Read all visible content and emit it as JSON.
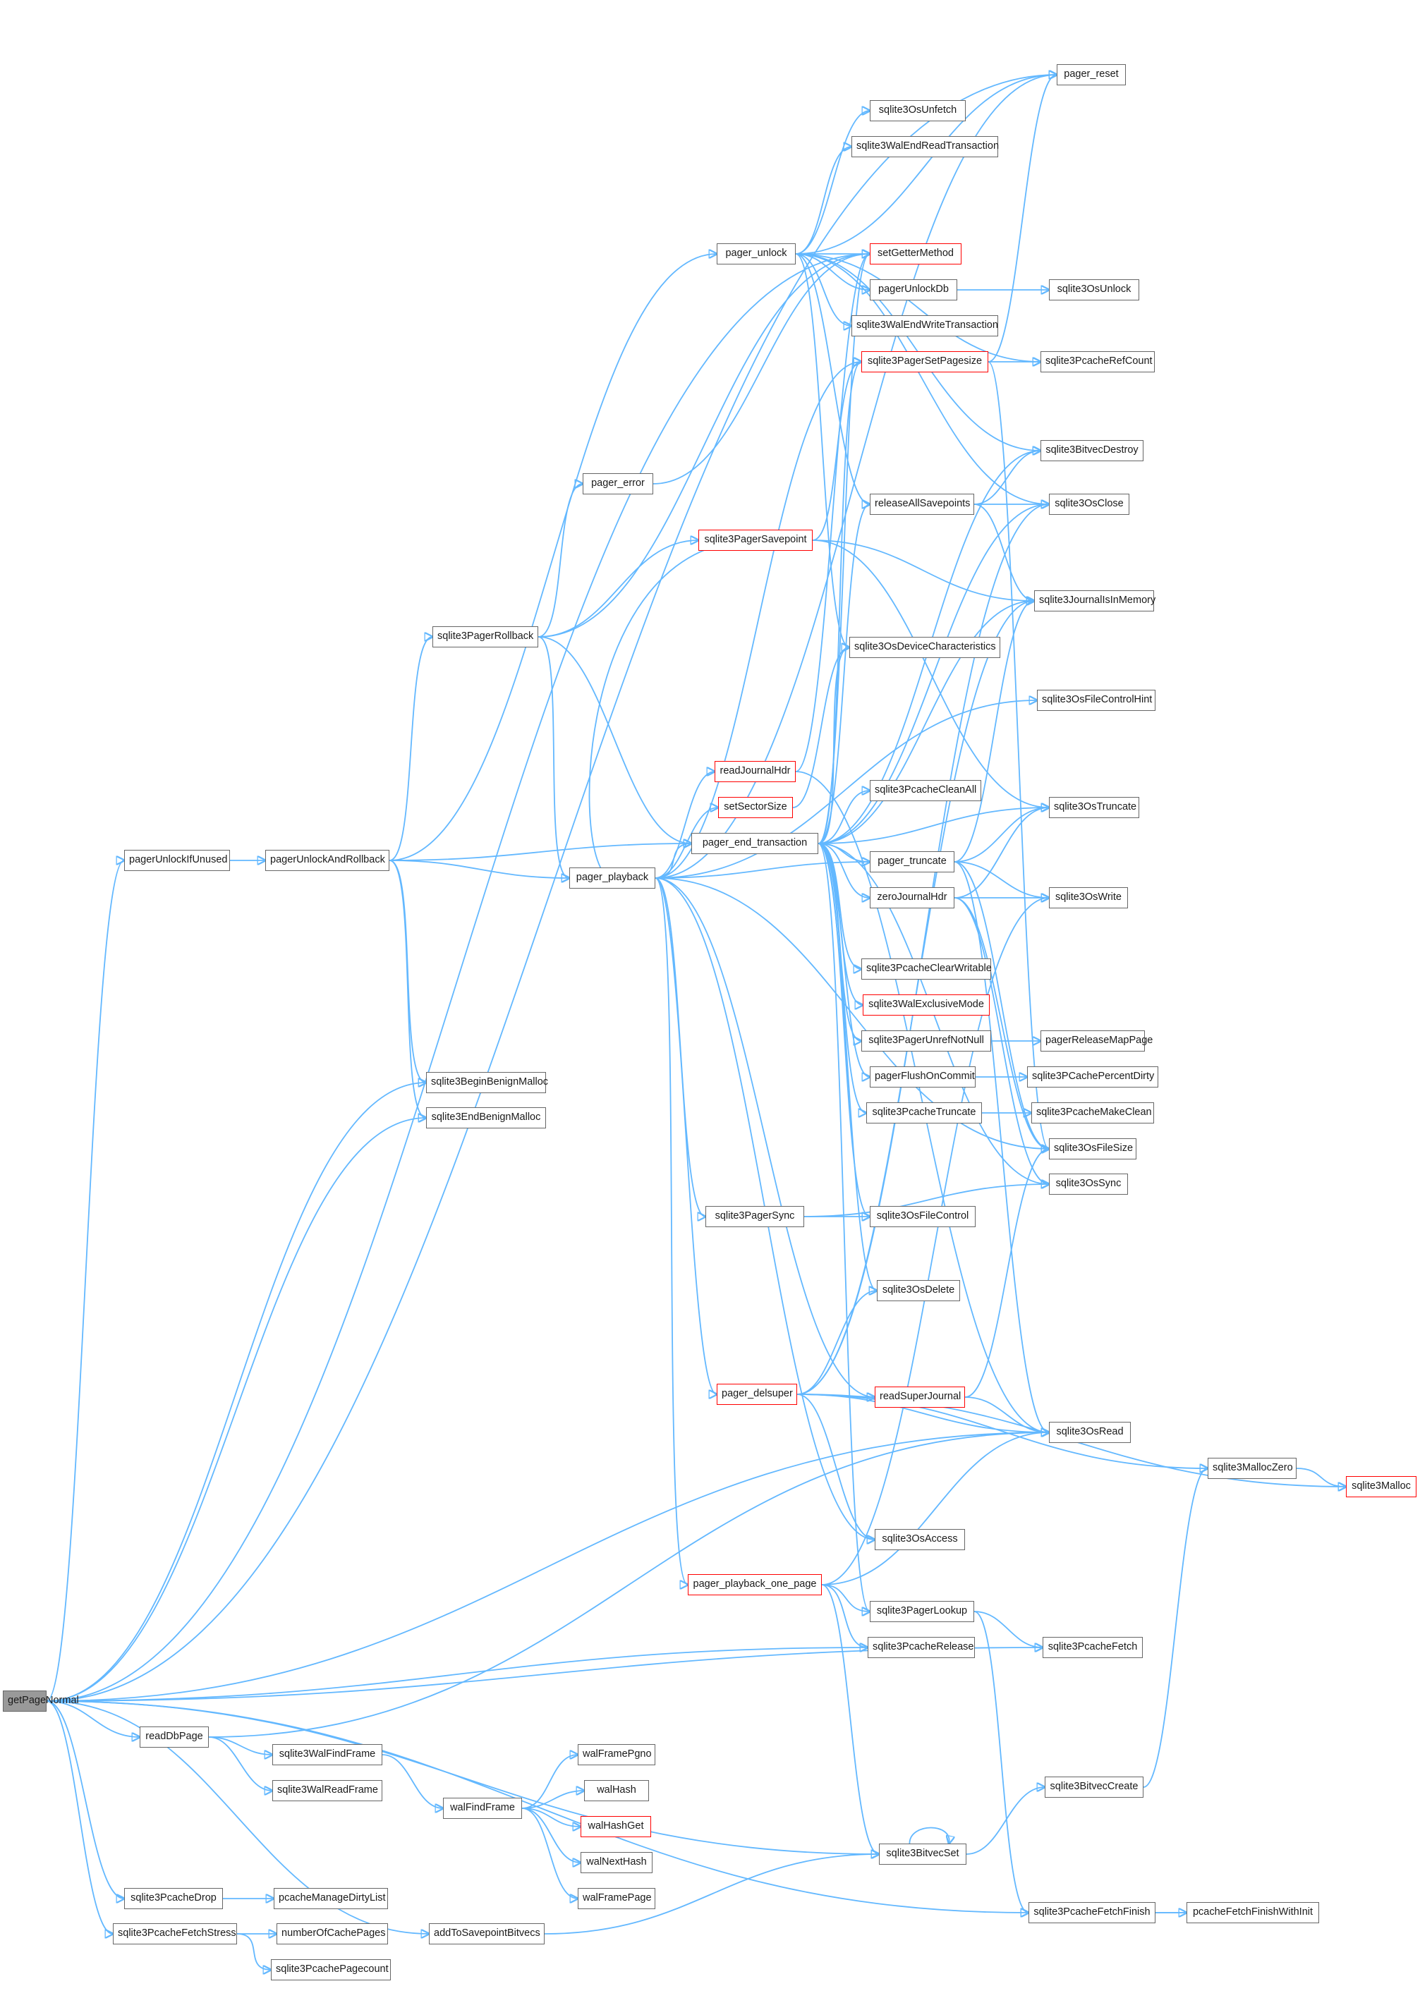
{
  "theme": {
    "edge_color": "#63b8ff",
    "node_border": "#666666",
    "highlight_border": "#ff0000",
    "root_fill": "#999999"
  },
  "nodes": {
    "getPageNormal": {
      "label": "getPageNormal",
      "style": "root"
    },
    "pagerUnlockIfUnused": {
      "label": "pagerUnlockIfUnused",
      "style": "normal"
    },
    "pagerUnlockAndRollback": {
      "label": "pagerUnlockAndRollback",
      "style": "normal"
    },
    "pager_playback": {
      "label": "pager_playback",
      "style": "normal"
    },
    "sqlite3PagerRollback": {
      "label": "sqlite3PagerRollback",
      "style": "normal"
    },
    "pager_error": {
      "label": "pager_error",
      "style": "normal"
    },
    "pager_unlock": {
      "label": "pager_unlock",
      "style": "normal"
    },
    "sqlite3PagerSavepoint": {
      "label": "sqlite3PagerSavepoint",
      "style": "red"
    },
    "readJournalHdr": {
      "label": "readJournalHdr",
      "style": "red"
    },
    "setSectorSize": {
      "label": "setSectorSize",
      "style": "red"
    },
    "pager_end_transaction": {
      "label": "pager_end_transaction",
      "style": "normal"
    },
    "sqlite3PagerSync": {
      "label": "sqlite3PagerSync",
      "style": "normal"
    },
    "pager_delsuper": {
      "label": "pager_delsuper",
      "style": "red"
    },
    "pager_playback_one_page": {
      "label": "pager_playback_one_page",
      "style": "red"
    },
    "sqlite3BeginBenignMalloc": {
      "label": "sqlite3BeginBenignMalloc",
      "style": "normal"
    },
    "sqlite3EndBenignMalloc": {
      "label": "sqlite3EndBenignMalloc",
      "style": "normal"
    },
    "sqlite3OsUnfetch": {
      "label": "sqlite3OsUnfetch",
      "style": "normal"
    },
    "sqlite3WalEndReadTransaction": {
      "label": "sqlite3WalEndReadTransaction",
      "style": "normal"
    },
    "setGetterMethod": {
      "label": "setGetterMethod",
      "style": "red"
    },
    "pagerUnlockDb": {
      "label": "pagerUnlockDb",
      "style": "normal"
    },
    "sqlite3WalEndWriteTransaction": {
      "label": "sqlite3WalEndWriteTransaction",
      "style": "normal"
    },
    "sqlite3PagerSetPagesize": {
      "label": "sqlite3PagerSetPagesize",
      "style": "red"
    },
    "releaseAllSavepoints": {
      "label": "releaseAllSavepoints",
      "style": "normal"
    },
    "sqlite3OsDeviceCharacteristics": {
      "label": "sqlite3OsDeviceCharacteristics",
      "style": "normal"
    },
    "sqlite3PcacheCleanAll": {
      "label": "sqlite3PcacheCleanAll",
      "style": "normal"
    },
    "pager_truncate": {
      "label": "pager_truncate",
      "style": "normal"
    },
    "zeroJournalHdr": {
      "label": "zeroJournalHdr",
      "style": "normal"
    },
    "sqlite3PcacheClearWritable": {
      "label": "sqlite3PcacheClearWritable",
      "style": "normal"
    },
    "sqlite3WalExclusiveMode": {
      "label": "sqlite3WalExclusiveMode",
      "style": "red"
    },
    "sqlite3PagerUnrefNotNull": {
      "label": "sqlite3PagerUnrefNotNull",
      "style": "normal"
    },
    "pagerFlushOnCommit": {
      "label": "pagerFlushOnCommit",
      "style": "normal"
    },
    "sqlite3PcacheTruncate": {
      "label": "sqlite3PcacheTruncate",
      "style": "normal"
    },
    "sqlite3OsFileControl": {
      "label": "sqlite3OsFileControl",
      "style": "normal"
    },
    "sqlite3OsDelete": {
      "label": "sqlite3OsDelete",
      "style": "normal"
    },
    "readSuperJournal": {
      "label": "readSuperJournal",
      "style": "red"
    },
    "sqlite3OsAccess": {
      "label": "sqlite3OsAccess",
      "style": "normal"
    },
    "sqlite3PagerLookup": {
      "label": "sqlite3PagerLookup",
      "style": "normal"
    },
    "sqlite3PcacheRelease": {
      "label": "sqlite3PcacheRelease",
      "style": "normal"
    },
    "sqlite3BitvecSet": {
      "label": "sqlite3BitvecSet",
      "style": "normal"
    },
    "pager_reset": {
      "label": "pager_reset",
      "style": "normal"
    },
    "sqlite3OsUnlock": {
      "label": "sqlite3OsUnlock",
      "style": "normal"
    },
    "sqlite3PcacheRefCount": {
      "label": "sqlite3PcacheRefCount",
      "style": "normal"
    },
    "sqlite3BitvecDestroy": {
      "label": "sqlite3BitvecDestroy",
      "style": "normal"
    },
    "sqlite3OsClose": {
      "label": "sqlite3OsClose",
      "style": "normal"
    },
    "sqlite3JournalIsInMemory": {
      "label": "sqlite3JournalIsInMemory",
      "style": "normal"
    },
    "sqlite3OsFileControlHint": {
      "label": "sqlite3OsFileControlHint",
      "style": "normal"
    },
    "sqlite3OsTruncate": {
      "label": "sqlite3OsTruncate",
      "style": "normal"
    },
    "sqlite3OsWrite": {
      "label": "sqlite3OsWrite",
      "style": "normal"
    },
    "pagerReleaseMapPage": {
      "label": "pagerReleaseMapPage",
      "style": "normal"
    },
    "sqlite3PCachePercentDirty": {
      "label": "sqlite3PCachePercentDirty",
      "style": "normal"
    },
    "sqlite3PcacheMakeClean": {
      "label": "sqlite3PcacheMakeClean",
      "style": "normal"
    },
    "sqlite3OsFileSize": {
      "label": "sqlite3OsFileSize",
      "style": "normal"
    },
    "sqlite3OsSync": {
      "label": "sqlite3OsSync",
      "style": "normal"
    },
    "sqlite3OsRead": {
      "label": "sqlite3OsRead",
      "style": "normal"
    },
    "sqlite3MallocZero": {
      "label": "sqlite3MallocZero",
      "style": "normal"
    },
    "sqlite3Malloc": {
      "label": "sqlite3Malloc",
      "style": "red"
    },
    "sqlite3PcacheFetch": {
      "label": "sqlite3PcacheFetch",
      "style": "normal"
    },
    "readDbPage": {
      "label": "readDbPage",
      "style": "normal"
    },
    "sqlite3WalFindFrame": {
      "label": "sqlite3WalFindFrame",
      "style": "normal"
    },
    "sqlite3WalReadFrame": {
      "label": "sqlite3WalReadFrame",
      "style": "normal"
    },
    "walFindFrame": {
      "label": "walFindFrame",
      "style": "normal"
    },
    "walFramePgno": {
      "label": "walFramePgno",
      "style": "normal"
    },
    "walHash": {
      "label": "walHash",
      "style": "normal"
    },
    "walHashGet": {
      "label": "walHashGet",
      "style": "red"
    },
    "walNextHash": {
      "label": "walNextHash",
      "style": "normal"
    },
    "walFramePage": {
      "label": "walFramePage",
      "style": "normal"
    },
    "sqlite3BitvecCreate": {
      "label": "sqlite3BitvecCreate",
      "style": "normal"
    },
    "sqlite3PcacheDrop": {
      "label": "sqlite3PcacheDrop",
      "style": "normal"
    },
    "pcacheManageDirtyList": {
      "label": "pcacheManageDirtyList",
      "style": "normal"
    },
    "sqlite3PcacheFetchStress": {
      "label": "sqlite3PcacheFetchStress",
      "style": "normal"
    },
    "numberOfCachePages": {
      "label": "numberOfCachePages",
      "style": "normal"
    },
    "sqlite3PcachePagecount": {
      "label": "sqlite3PcachePagecount",
      "style": "normal"
    },
    "addToSavepointBitvecs": {
      "label": "addToSavepointBitvecs",
      "style": "normal"
    },
    "sqlite3PcacheFetchFinish": {
      "label": "sqlite3PcacheFetchFinish",
      "style": "normal"
    },
    "pcacheFetchFinishWithInit": {
      "label": "pcacheFetchFinishWithInit",
      "style": "normal"
    }
  },
  "edges": [
    [
      "getPageNormal",
      "pagerUnlockIfUnused"
    ],
    [
      "getPageNormal",
      "pager_reset"
    ],
    [
      "getPageNormal",
      "setGetterMethod"
    ],
    [
      "getPageNormal",
      "sqlite3BeginBenignMalloc"
    ],
    [
      "getPageNormal",
      "sqlite3EndBenignMalloc"
    ],
    [
      "getPageNormal",
      "sqlite3PcacheRelease"
    ],
    [
      "getPageNormal",
      "sqlite3PcacheFetch"
    ],
    [
      "getPageNormal",
      "sqlite3OsRead"
    ],
    [
      "getPageNormal",
      "readDbPage"
    ],
    [
      "getPageNormal",
      "sqlite3BitvecSet"
    ],
    [
      "getPageNormal",
      "sqlite3PcacheDrop"
    ],
    [
      "getPageNormal",
      "sqlite3PcacheFetchStress"
    ],
    [
      "getPageNormal",
      "addToSavepointBitvecs"
    ],
    [
      "getPageNormal",
      "sqlite3PcacheFetchFinish"
    ],
    [
      "pagerUnlockIfUnused",
      "pagerUnlockAndRollback"
    ],
    [
      "pagerUnlockAndRollback",
      "pager_unlock"
    ],
    [
      "pagerUnlockAndRollback",
      "pager_end_transaction"
    ],
    [
      "pagerUnlockAndRollback",
      "pager_playback"
    ],
    [
      "pagerUnlockAndRollback",
      "sqlite3PagerRollback"
    ],
    [
      "pagerUnlockAndRollback",
      "sqlite3BeginBenignMalloc"
    ],
    [
      "pagerUnlockAndRollback",
      "sqlite3EndBenignMalloc"
    ],
    [
      "sqlite3PagerRollback",
      "pager_error"
    ],
    [
      "sqlite3PagerRollback",
      "setGetterMethod"
    ],
    [
      "sqlite3PagerRollback",
      "sqlite3PagerSavepoint"
    ],
    [
      "sqlite3PagerRollback",
      "pager_end_transaction"
    ],
    [
      "sqlite3PagerRollback",
      "pager_playback"
    ],
    [
      "pager_error",
      "setGetterMethod"
    ],
    [
      "pager_unlock",
      "sqlite3OsUnfetch"
    ],
    [
      "pager_unlock",
      "sqlite3WalEndReadTransaction"
    ],
    [
      "pager_unlock",
      "setGetterMethod"
    ],
    [
      "pager_unlock",
      "pagerUnlockDb"
    ],
    [
      "pager_unlock",
      "sqlite3WalEndWriteTransaction"
    ],
    [
      "pager_unlock",
      "pager_reset"
    ],
    [
      "pager_unlock",
      "sqlite3BitvecDestroy"
    ],
    [
      "pager_unlock",
      "sqlite3OsClose"
    ],
    [
      "pager_unlock",
      "releaseAllSavepoints"
    ],
    [
      "pager_unlock",
      "sqlite3OsDeviceCharacteristics"
    ],
    [
      "pager_unlock",
      "sqlite3PcacheRefCount"
    ],
    [
      "pagerUnlockDb",
      "sqlite3OsUnlock"
    ],
    [
      "sqlite3PagerSetPagesize",
      "pager_reset"
    ],
    [
      "sqlite3PagerSetPagesize",
      "sqlite3PcacheRefCount"
    ],
    [
      "sqlite3PagerSetPagesize",
      "sqlite3OsFileSize"
    ],
    [
      "releaseAllSavepoints",
      "sqlite3BitvecDestroy"
    ],
    [
      "releaseAllSavepoints",
      "sqlite3OsClose"
    ],
    [
      "releaseAllSavepoints",
      "sqlite3JournalIsInMemory"
    ],
    [
      "sqlite3PagerSavepoint",
      "sqlite3PagerSetPagesize"
    ],
    [
      "sqlite3PagerSavepoint",
      "sqlite3JournalIsInMemory"
    ],
    [
      "sqlite3PagerSavepoint",
      "sqlite3OsTruncate"
    ],
    [
      "sqlite3PagerSavepoint",
      "pager_playback"
    ],
    [
      "readJournalHdr",
      "setGetterMethod"
    ],
    [
      "readJournalHdr",
      "sqlite3OsRead"
    ],
    [
      "setSectorSize",
      "sqlite3OsDeviceCharacteristics"
    ],
    [
      "pager_playback",
      "sqlite3PagerSetPagesize"
    ],
    [
      "pager_playback",
      "pager_reset"
    ],
    [
      "pager_playback",
      "readJournalHdr"
    ],
    [
      "pager_playback",
      "setSectorSize"
    ],
    [
      "pager_playback",
      "pager_end_transaction"
    ],
    [
      "pager_playback",
      "pager_truncate"
    ],
    [
      "pager_playback",
      "sqlite3PagerSync"
    ],
    [
      "pager_playback",
      "readSuperJournal"
    ],
    [
      "pager_playback",
      "pager_delsuper"
    ],
    [
      "pager_playback",
      "pager_playback_one_page"
    ],
    [
      "pager_playback",
      "sqlite3OsAccess"
    ],
    [
      "pager_playback",
      "sqlite3OsFileSize"
    ],
    [
      "pager_playback",
      "sqlite3OsFileControlHint"
    ],
    [
      "pager_end_transaction",
      "setGetterMethod"
    ],
    [
      "pager_end_transaction",
      "sqlite3PagerSetPagesize"
    ],
    [
      "pager_end_transaction",
      "sqlite3BitvecDestroy"
    ],
    [
      "pager_end_transaction",
      "sqlite3OsClose"
    ],
    [
      "pager_end_transaction",
      "releaseAllSavepoints"
    ],
    [
      "pager_end_transaction",
      "sqlite3JournalIsInMemory"
    ],
    [
      "pager_end_transaction",
      "sqlite3OsDeviceCharacteristics"
    ],
    [
      "pager_end_transaction",
      "sqlite3PcacheCleanAll"
    ],
    [
      "pager_end_transaction",
      "sqlite3OsTruncate"
    ],
    [
      "pager_end_transaction",
      "pager_truncate"
    ],
    [
      "pager_end_transaction",
      "zeroJournalHdr"
    ],
    [
      "pager_end_transaction",
      "sqlite3PcacheClearWritable"
    ],
    [
      "pager_end_transaction",
      "sqlite3WalExclusiveMode"
    ],
    [
      "pager_end_transaction",
      "sqlite3PagerUnrefNotNull"
    ],
    [
      "pager_end_transaction",
      "pagerFlushOnCommit"
    ],
    [
      "pager_end_transaction",
      "sqlite3PcacheTruncate"
    ],
    [
      "pager_end_transaction",
      "sqlite3OsFileControl"
    ],
    [
      "pager_end_transaction",
      "sqlite3OsDelete"
    ],
    [
      "pager_end_transaction",
      "sqlite3OsSync"
    ],
    [
      "pager_end_transaction",
      "sqlite3PagerLookup"
    ],
    [
      "pager_truncate",
      "sqlite3OsTruncate"
    ],
    [
      "pager_truncate",
      "sqlite3OsWrite"
    ],
    [
      "pager_truncate",
      "sqlite3OsFileSize"
    ],
    [
      "pager_truncate",
      "sqlite3JournalIsInMemory"
    ],
    [
      "pager_truncate",
      "sqlite3OsRead"
    ],
    [
      "zeroJournalHdr",
      "sqlite3OsWrite"
    ],
    [
      "zeroJournalHdr",
      "sqlite3OsTruncate"
    ],
    [
      "zeroJournalHdr",
      "sqlite3OsSync"
    ],
    [
      "zeroJournalHdr",
      "sqlite3OsFileSize"
    ],
    [
      "sqlite3PagerUnrefNotNull",
      "pagerReleaseMapPage"
    ],
    [
      "pagerFlushOnCommit",
      "sqlite3PCachePercentDirty"
    ],
    [
      "sqlite3PcacheTruncate",
      "sqlite3PcacheMakeClean"
    ],
    [
      "sqlite3PagerSync",
      "sqlite3OsFileControl"
    ],
    [
      "sqlite3PagerSync",
      "sqlite3OsSync"
    ],
    [
      "pager_delsuper",
      "sqlite3OsDelete"
    ],
    [
      "pager_delsuper",
      "readSuperJournal"
    ],
    [
      "pager_delsuper",
      "sqlite3OsRead"
    ],
    [
      "pager_delsuper",
      "sqlite3Malloc"
    ],
    [
      "pager_delsuper",
      "sqlite3MallocZero"
    ],
    [
      "pager_delsuper",
      "sqlite3OsAccess"
    ],
    [
      "pager_delsuper",
      "sqlite3OsClose"
    ],
    [
      "pager_delsuper",
      "sqlite3JournalIsInMemory"
    ],
    [
      "readSuperJournal",
      "sqlite3OsRead"
    ],
    [
      "readSuperJournal",
      "sqlite3OsFileSize"
    ],
    [
      "sqlite3MallocZero",
      "sqlite3Malloc"
    ],
    [
      "pager_playback_one_page",
      "sqlite3PagerLookup"
    ],
    [
      "pager_playback_one_page",
      "sqlite3PcacheRelease"
    ],
    [
      "pager_playback_one_page",
      "sqlite3OsRead"
    ],
    [
      "pager_playback_one_page",
      "sqlite3BitvecSet"
    ],
    [
      "pager_playback_one_page",
      "sqlite3OsWrite"
    ],
    [
      "sqlite3PagerLookup",
      "sqlite3PcacheFetch"
    ],
    [
      "sqlite3PagerLookup",
      "sqlite3PcacheFetchFinish"
    ],
    [
      "readDbPage",
      "sqlite3WalFindFrame"
    ],
    [
      "readDbPage",
      "sqlite3WalReadFrame"
    ],
    [
      "readDbPage",
      "sqlite3OsRead"
    ],
    [
      "sqlite3WalFindFrame",
      "walFindFrame"
    ],
    [
      "walFindFrame",
      "walFramePgno"
    ],
    [
      "walFindFrame",
      "walHash"
    ],
    [
      "walFindFrame",
      "walHashGet"
    ],
    [
      "walFindFrame",
      "walNextHash"
    ],
    [
      "walFindFrame",
      "walFramePage"
    ],
    [
      "sqlite3BitvecSet",
      "sqlite3BitvecSet"
    ],
    [
      "sqlite3BitvecSet",
      "sqlite3BitvecCreate"
    ],
    [
      "sqlite3BitvecCreate",
      "sqlite3MallocZero"
    ],
    [
      "sqlite3PcacheDrop",
      "pcacheManageDirtyList"
    ],
    [
      "sqlite3PcacheFetchStress",
      "numberOfCachePages"
    ],
    [
      "sqlite3PcacheFetchStress",
      "sqlite3PcachePagecount"
    ],
    [
      "addToSavepointBitvecs",
      "sqlite3BitvecSet"
    ],
    [
      "sqlite3PcacheFetchFinish",
      "pcacheFetchFinishWithInit"
    ],
    [
      "pcacheFetchFinishWithInit",
      "sqlite3PcacheFetchFinish"
    ]
  ]
}
